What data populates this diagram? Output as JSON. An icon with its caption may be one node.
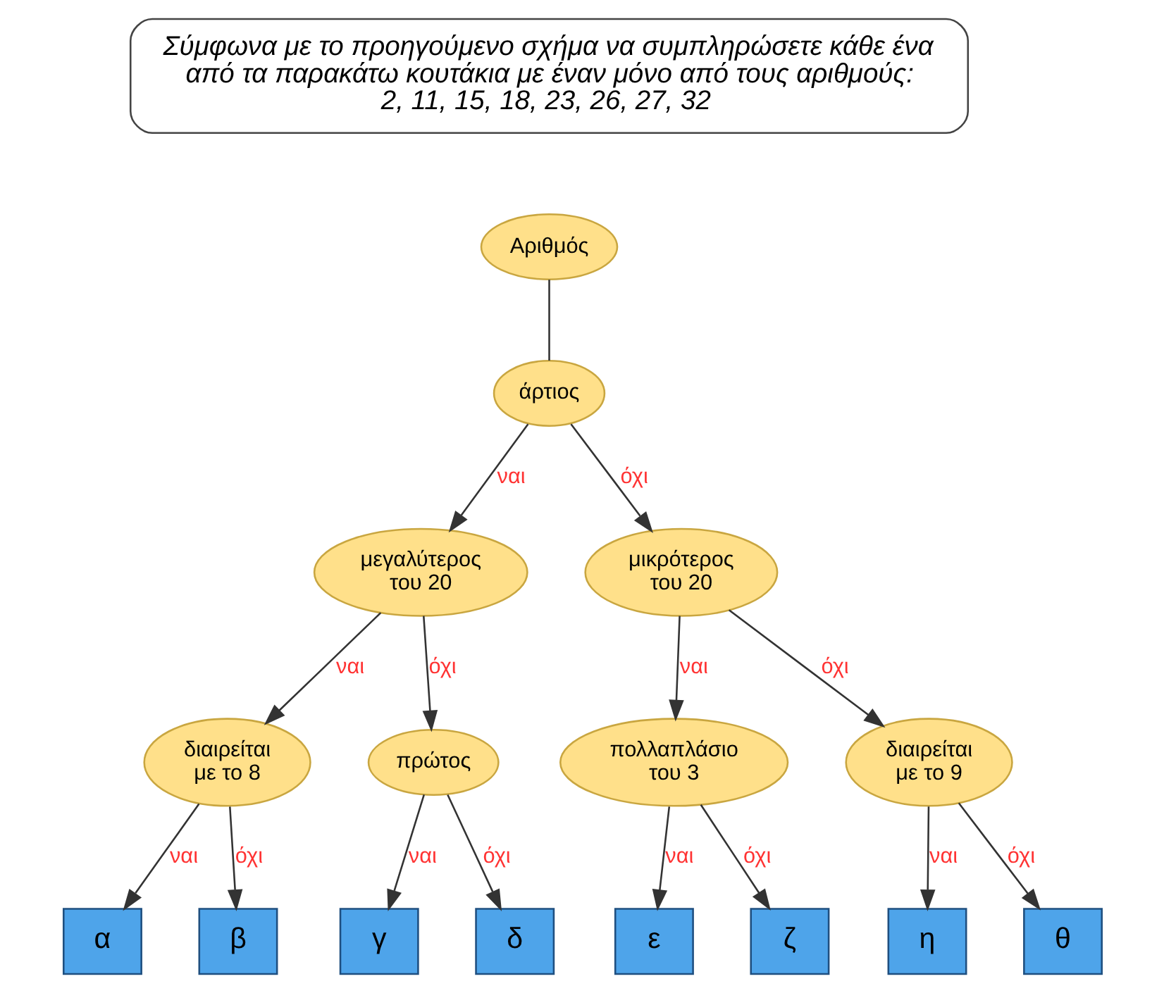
{
  "diagram": {
    "nodes": [
      {
        "text": [
          "Σύμφωνα με το προηγούμενο σχήμα να συμπληρώσετε κάθε ένα από τα παρακάτω κουτάκια με έναν μόνο από τους αριθμούς: 2, 11, 15, 18, 23, 26, 27, 32"
        ]
      },
      {
        "text": [
          "Αριθμός"
        ]
      },
      {
        "text": [
          "άρτιος"
        ]
      },
      {
        "text": [
          "μεγαλύτερος του 20"
        ]
      },
      {
        "text": [
          "μικρότερος του 20"
        ]
      },
      {
        "text": [
          "διαιρείται με το 8"
        ]
      },
      {
        "text": [
          "πρώτος"
        ]
      },
      {
        "text": [
          "πολλαπλάσιο του 3"
        ]
      },
      {
        "text": [
          "διαιρείται με το 9"
        ]
      },
      {
        "text": [
          "α"
        ]
      },
      {
        "text": [
          "β"
        ]
      },
      {
        "text": [
          "γ"
        ]
      },
      {
        "text": [
          "δ"
        ]
      },
      {
        "text": [
          "ε"
        ]
      },
      {
        "text": [
          "ζ"
        ]
      },
      {
        "text": [
          "η"
        ]
      },
      {
        "text": [
          "θ"
        ]
      }
    ],
    "edges": [
      {
        "from": 1,
        "to": 2,
        "arrow": "none"
      },
      {
        "from": 2,
        "to": 3,
        "arrow": "to",
        "label": "ναι"
      },
      {
        "from": 2,
        "to": 4,
        "arrow": "to",
        "label": "όχι"
      },
      {
        "from": 3,
        "to": 5,
        "arrow": "to",
        "label": "ναι"
      },
      {
        "from": 3,
        "to": 6,
        "arrow": "to",
        "label": "όχι"
      },
      {
        "from": 4,
        "to": 7,
        "arrow": "to",
        "label": "ναι"
      },
      {
        "from": 4,
        "to": 8,
        "arrow": "to",
        "label": "όχι"
      },
      {
        "from": 5,
        "to": 9,
        "arrow": "to",
        "label": "ναι"
      },
      {
        "from": 5,
        "to": 10,
        "arrow": "to",
        "label": "όχι"
      },
      {
        "from": 6,
        "to": 11,
        "arrow": "to",
        "label": "ναι"
      },
      {
        "from": 6,
        "to": 12,
        "arrow": "to",
        "label": "όχι"
      },
      {
        "from": 7,
        "to": 13,
        "arrow": "to",
        "label": "ναι"
      },
      {
        "from": 7,
        "to": 14,
        "arrow": "to",
        "label": "όχι"
      },
      {
        "from": 8,
        "to": 15,
        "arrow": "to",
        "label": "ναι"
      },
      {
        "from": 8,
        "to": 16,
        "arrow": "to",
        "label": "όχι"
      }
    ]
  }
}
